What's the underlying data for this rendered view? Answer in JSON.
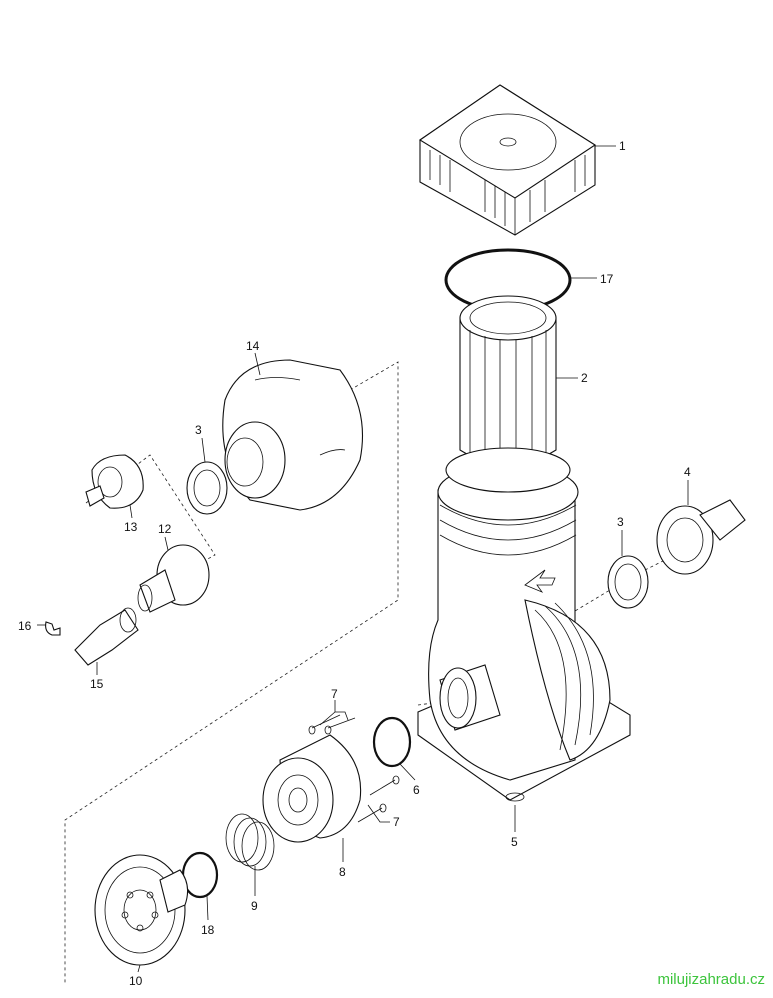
{
  "labels": {
    "p1": "1",
    "p2": "2",
    "p3a": "3",
    "p3b": "3",
    "p4": "4",
    "p5": "5",
    "p6": "6",
    "p7a": "7",
    "p7b": "7",
    "p8": "8",
    "p9": "9",
    "p10": "10",
    "p12": "12",
    "p13": "13",
    "p14": "14",
    "p15": "15",
    "p16": "16",
    "p17": "17",
    "p18": "18"
  },
  "watermark": "milujizahradu.cz"
}
